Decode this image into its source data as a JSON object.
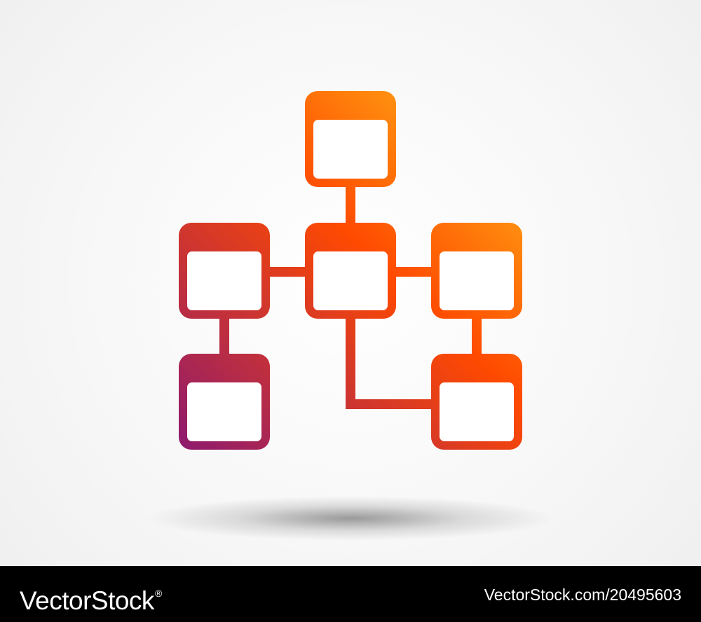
{
  "diagram": {
    "colors": {
      "gradient_start": "#8e1a6e",
      "gradient_mid": "#ff4a00",
      "gradient_end": "#ffc01a",
      "shadow": "#000000",
      "window_fill": "#ffffff"
    },
    "nodes": [
      {
        "name": "top"
      },
      {
        "name": "center"
      },
      {
        "name": "left"
      },
      {
        "name": "right"
      },
      {
        "name": "bottom-left"
      },
      {
        "name": "bottom-right"
      }
    ],
    "connections": [
      [
        "top",
        "center"
      ],
      [
        "left",
        "center"
      ],
      [
        "center",
        "right"
      ],
      [
        "left",
        "bottom-left"
      ],
      [
        "right",
        "bottom-right"
      ],
      [
        "center",
        "bottom-right"
      ]
    ]
  },
  "footer": {
    "brand": "VectorStock",
    "registered_mark": "®",
    "image_id": "VectorStock.com/20495603"
  }
}
